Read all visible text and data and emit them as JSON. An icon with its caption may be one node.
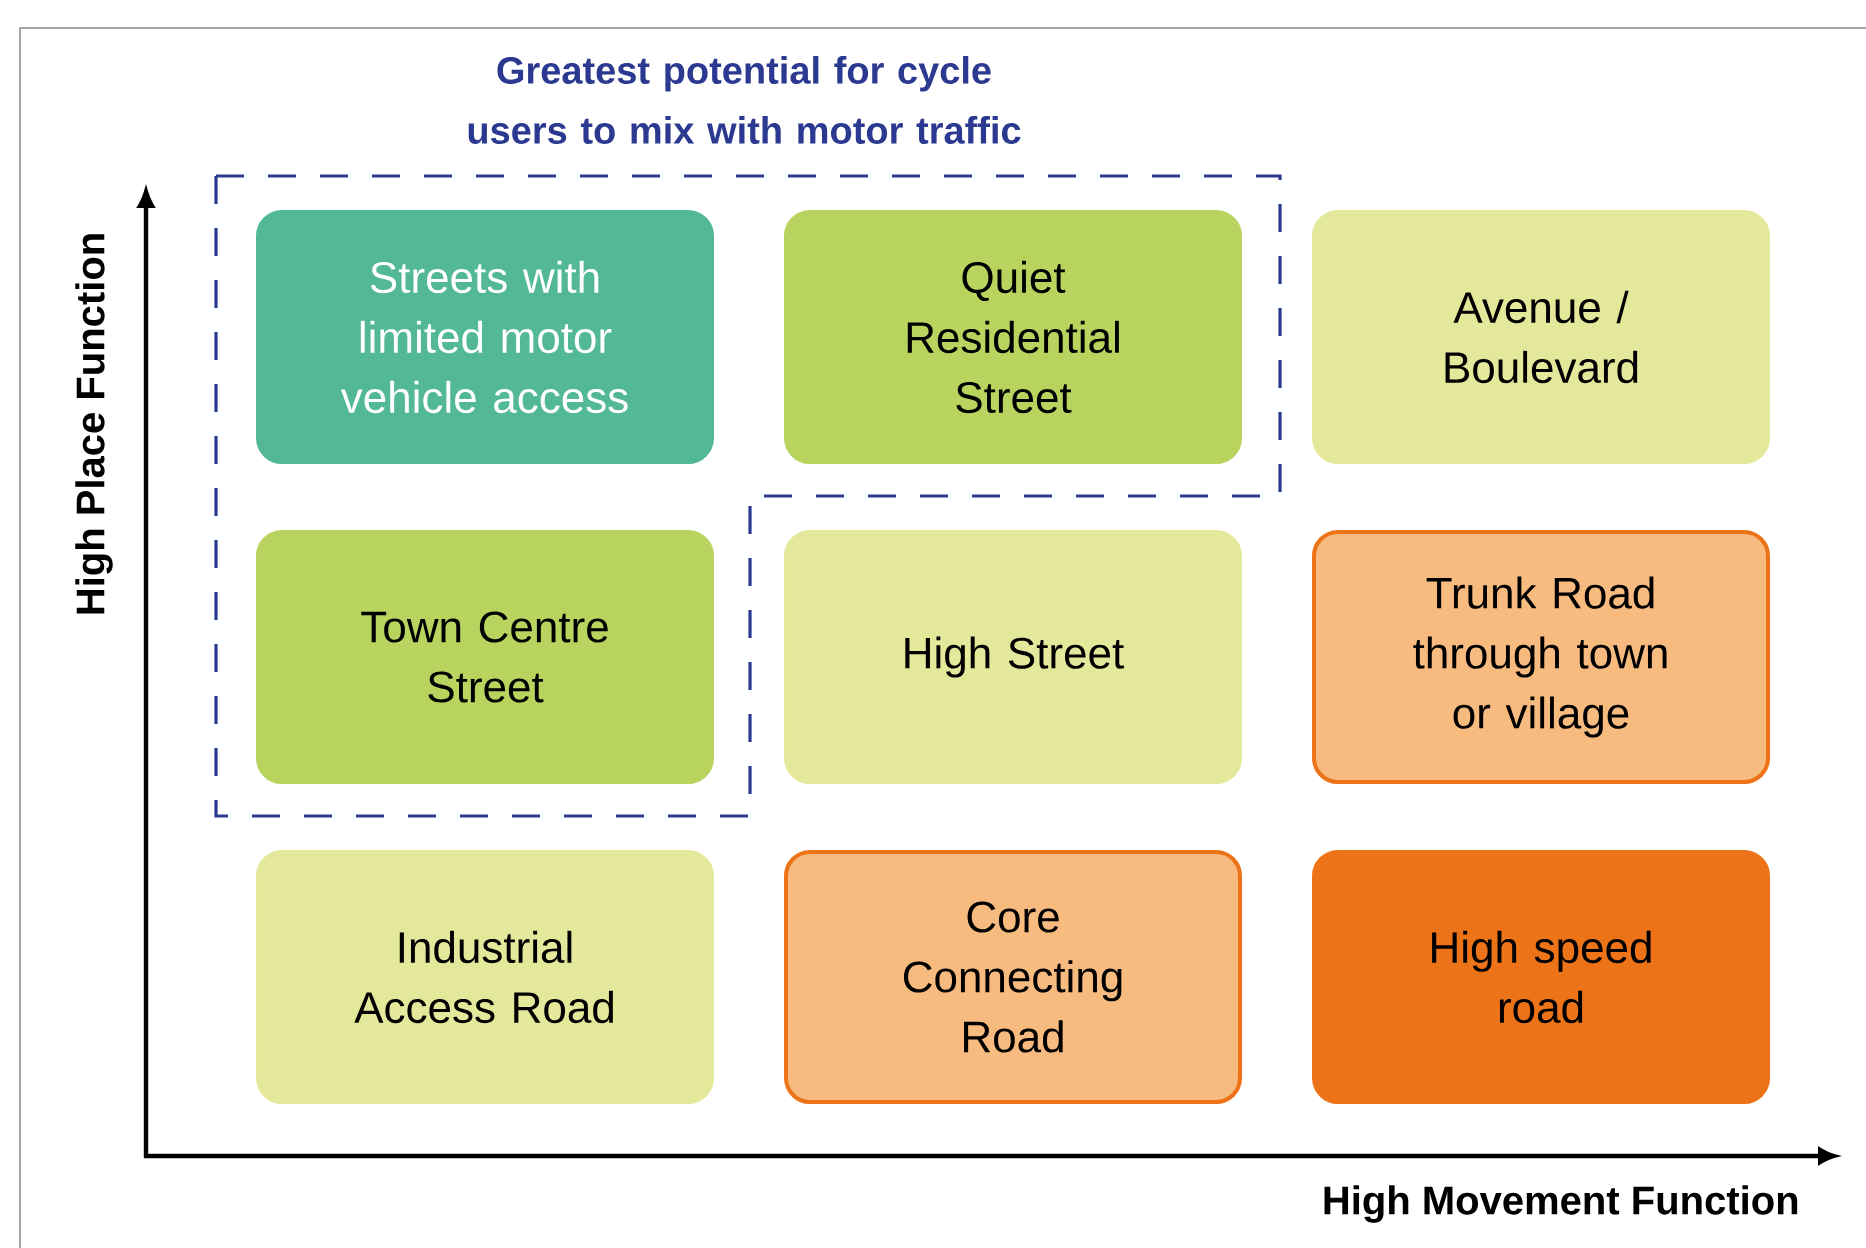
{
  "diagram": {
    "title": "Greatest potential for cycle users to mix with motor traffic",
    "nodes": [
      {
        "text": [
          "Streets with limited motor vehicle access"
        ]
      },
      {
        "text": [
          "Quiet Residential Street"
        ]
      },
      {
        "text": [
          "Avenue / Boulevard"
        ]
      },
      {
        "text": [
          "Town Centre Street"
        ]
      },
      {
        "text": [
          "High Street"
        ]
      },
      {
        "text": [
          "Trunk Road through town or village"
        ]
      },
      {
        "text": [
          "Industrial Access Road"
        ]
      },
      {
        "text": [
          "Core Connecting Road"
        ]
      },
      {
        "text": [
          "High speed road"
        ]
      }
    ],
    "labels": [
      "High Place Function",
      "High Movement Function"
    ]
  }
}
